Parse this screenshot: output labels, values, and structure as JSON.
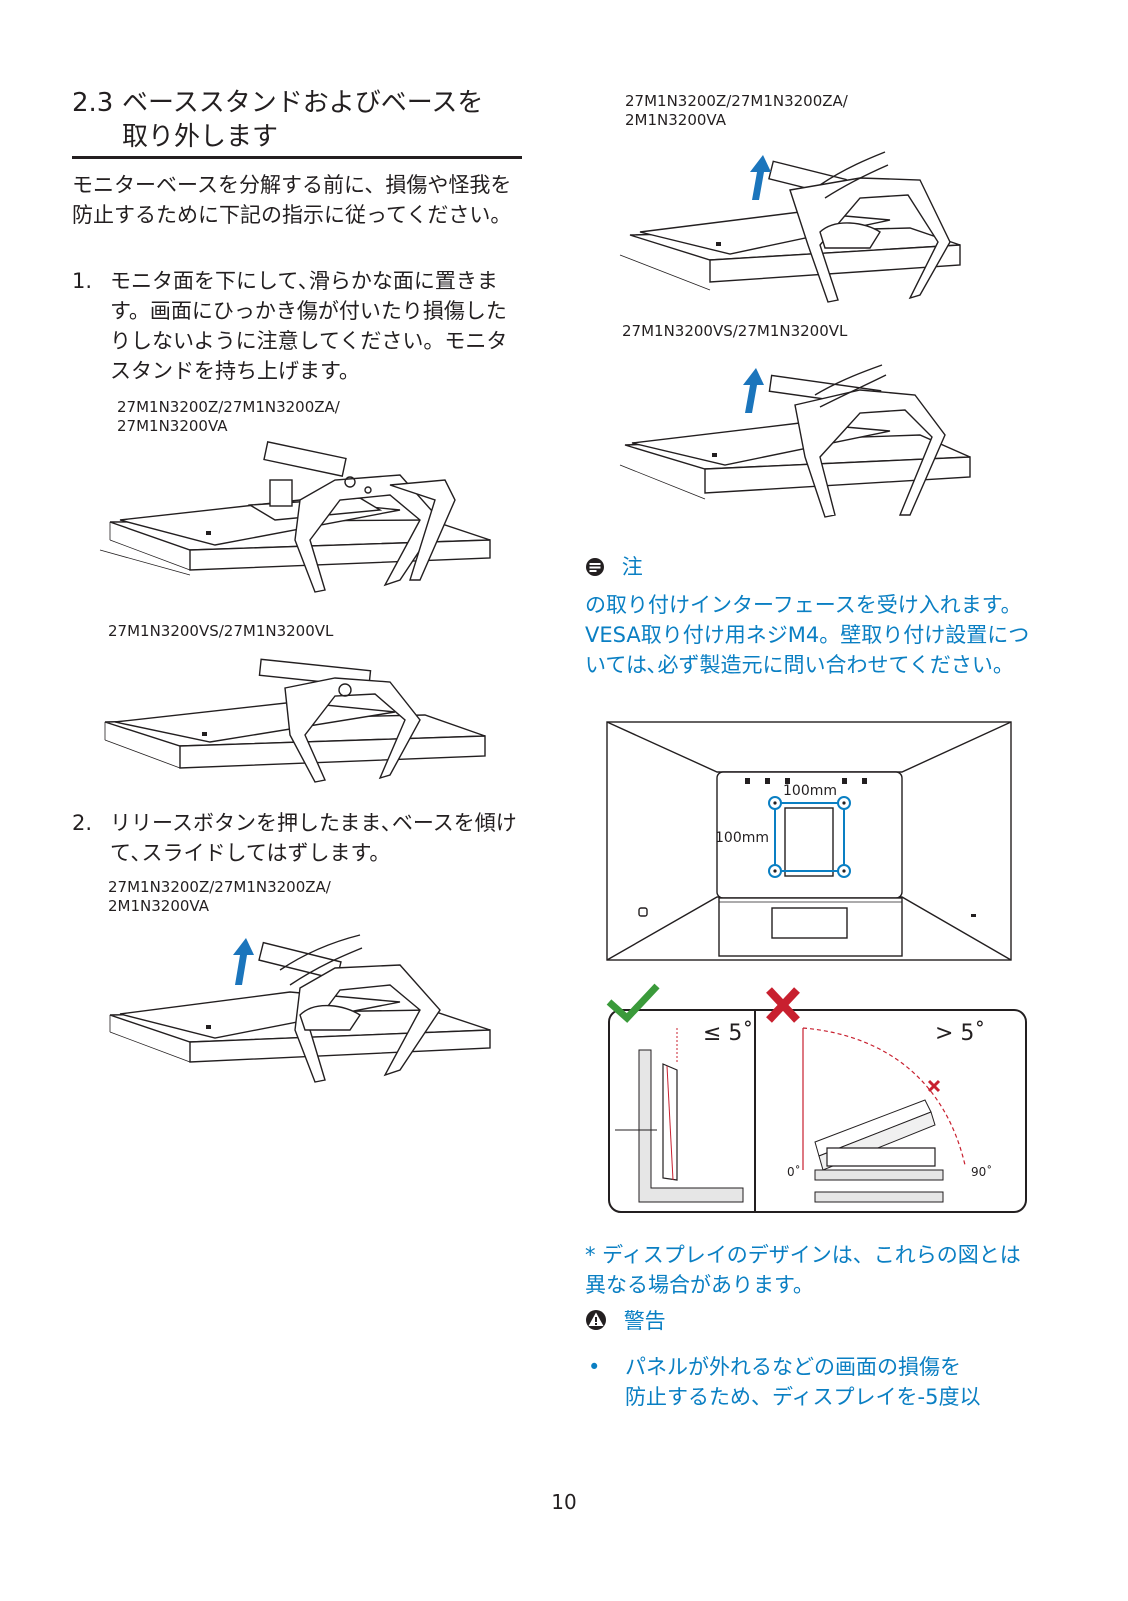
{
  "section": {
    "number": "2.3",
    "title_line1": "ベーススタンドおよびベースを",
    "title_line2": "取り外します"
  },
  "intro": "モニターベースを分解する前に、損傷や怪我を防止するために下記の指示に従ってください。",
  "step1": {
    "num": "1.",
    "text": "モニタ面を下にして､滑らかな面に置きます。画面にひっかき傷が付いたり損傷したりしないように注意してください。モニタスタンドを持ち上げます。"
  },
  "step2": {
    "num": "2.",
    "text": "リリースボタンを押したまま､ベースを傾けて､スライドしてはずします。"
  },
  "models": {
    "a1": "27M1N3200Z/27M1N3200ZA/",
    "a2": "27M1N3200VA",
    "b": "27M1N3200VS/27M1N3200VL",
    "c1": "27M1N3200Z/27M1N3200ZA/",
    "c2": "2M1N3200VA",
    "d1": "27M1N3200Z/27M1N3200ZA/",
    "d2": "2M1N3200VA",
    "e": "27M1N3200VS/27M1N3200VL"
  },
  "note": {
    "title": "注",
    "text": "の取り付けインターフェースを受け入れます。VESA取り付け用ネジM4。壁取り付け設置については､必ず製造元に問い合わせてください。"
  },
  "vesa": {
    "width_label": "100mm",
    "height_label": "100mm"
  },
  "tilt": {
    "ok_label": "≤ 5˚",
    "bad_label": "> 5˚",
    "zero_label": "0˚",
    "ninety_label": "90˚"
  },
  "disclaimer": "* ディスプレイのデザインは、これらの図とは異なる場合があります。",
  "warning": {
    "title": "警告",
    "bullet": "•",
    "text_line1": "パネルが外れるなどの画面の損傷を",
    "text_line2": "防止するため、ディスプレイを-5度以"
  },
  "page_number": "10",
  "colors": {
    "accent_blue": "#0a7fc3",
    "check_green": "#3a9a3a",
    "cross_red": "#c8202f",
    "arrow_blue": "#1b75bc"
  },
  "icons": {
    "note": "note-icon",
    "warning": "warning-icon",
    "check": "check-icon",
    "cross": "cross-icon"
  }
}
